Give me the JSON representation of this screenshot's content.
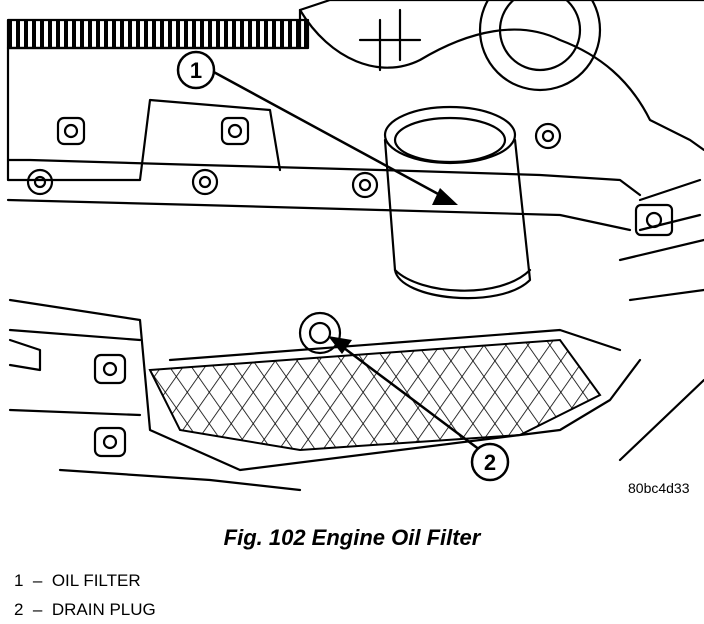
{
  "figure": {
    "callouts": [
      {
        "number": "1",
        "part": "oil-filter"
      },
      {
        "number": "2",
        "part": "drain-plug"
      }
    ],
    "image_id": "80bc4d33"
  },
  "caption": "Fig. 102 Engine Oil Filter",
  "legend": [
    {
      "number": "1",
      "label": "OIL FILTER"
    },
    {
      "number": "2",
      "label": "DRAIN PLUG"
    }
  ]
}
